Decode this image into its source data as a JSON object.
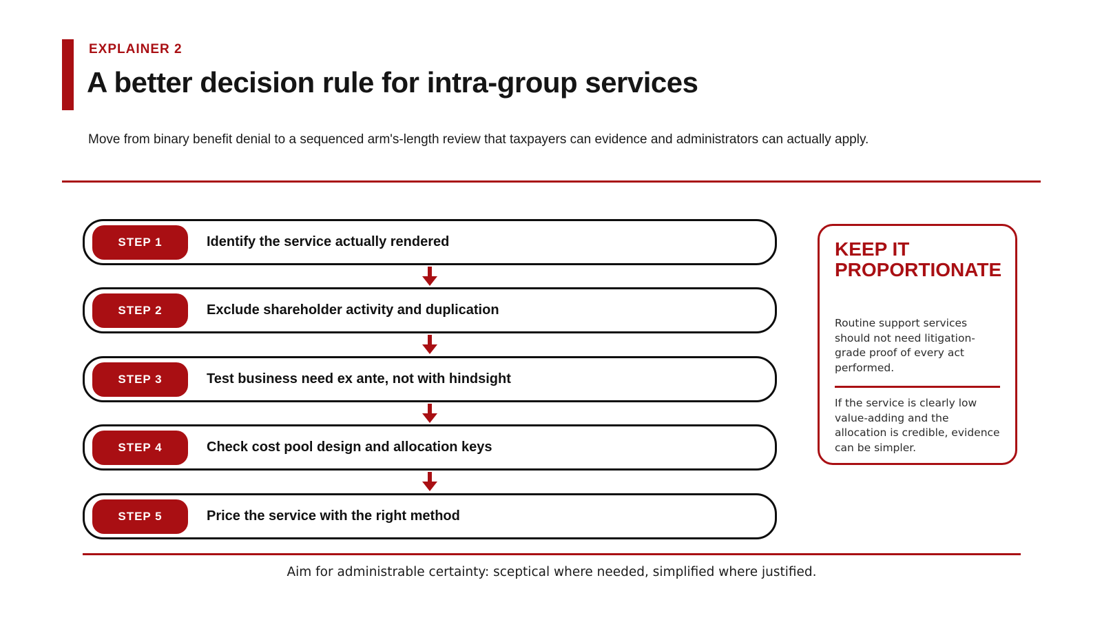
{
  "colors": {
    "accent_red": "#A90F13",
    "box_border_black": "#0d0d0d",
    "background": "#ffffff"
  },
  "header": {
    "kicker": "EXPLAINER 2",
    "title": "A better decision rule for intra-group services",
    "subtitle": "Move from binary benefit denial to a sequenced arm's-length review that taxpayers can evidence and administrators can actually apply."
  },
  "flow": {
    "steps": [
      {
        "badge": "STEP 1",
        "label": "Identify the service actually rendered"
      },
      {
        "badge": "STEP 2",
        "label": "Exclude shareholder activity and duplication"
      },
      {
        "badge": "STEP 3",
        "label": "Test business need ex ante, not with hindsight"
      },
      {
        "badge": "STEP 4",
        "label": "Check cost pool design and allocation keys"
      },
      {
        "badge": "STEP 5",
        "label": "Price the service with the right method"
      }
    ]
  },
  "sidebar": {
    "title": "KEEP IT PROPORTIONATE",
    "paragraph1": "Routine support services should not need litigation-grade proof of every act performed.",
    "paragraph2": "If the service is clearly low value-adding and the allocation is credible, evidence can be simpler."
  },
  "footer": {
    "note": "Aim for administrable certainty: sceptical where needed, simplified where justified."
  }
}
